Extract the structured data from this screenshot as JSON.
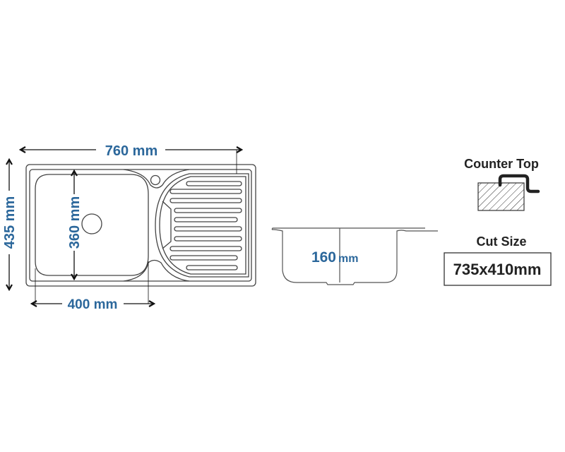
{
  "top_view": {
    "width_label": "760 mm",
    "height_label": "435 mm",
    "bowl_depth_label": "360 mm",
    "bowl_width_label": "400 mm"
  },
  "side_view": {
    "depth_value": "160",
    "depth_unit": "mm"
  },
  "installation": {
    "counter_top_label": "Counter Top",
    "cut_size_label": "Cut Size",
    "cut_size_value": "735x410mm"
  },
  "colors": {
    "dimension_text": "#2b679b",
    "outline": "#444444"
  }
}
